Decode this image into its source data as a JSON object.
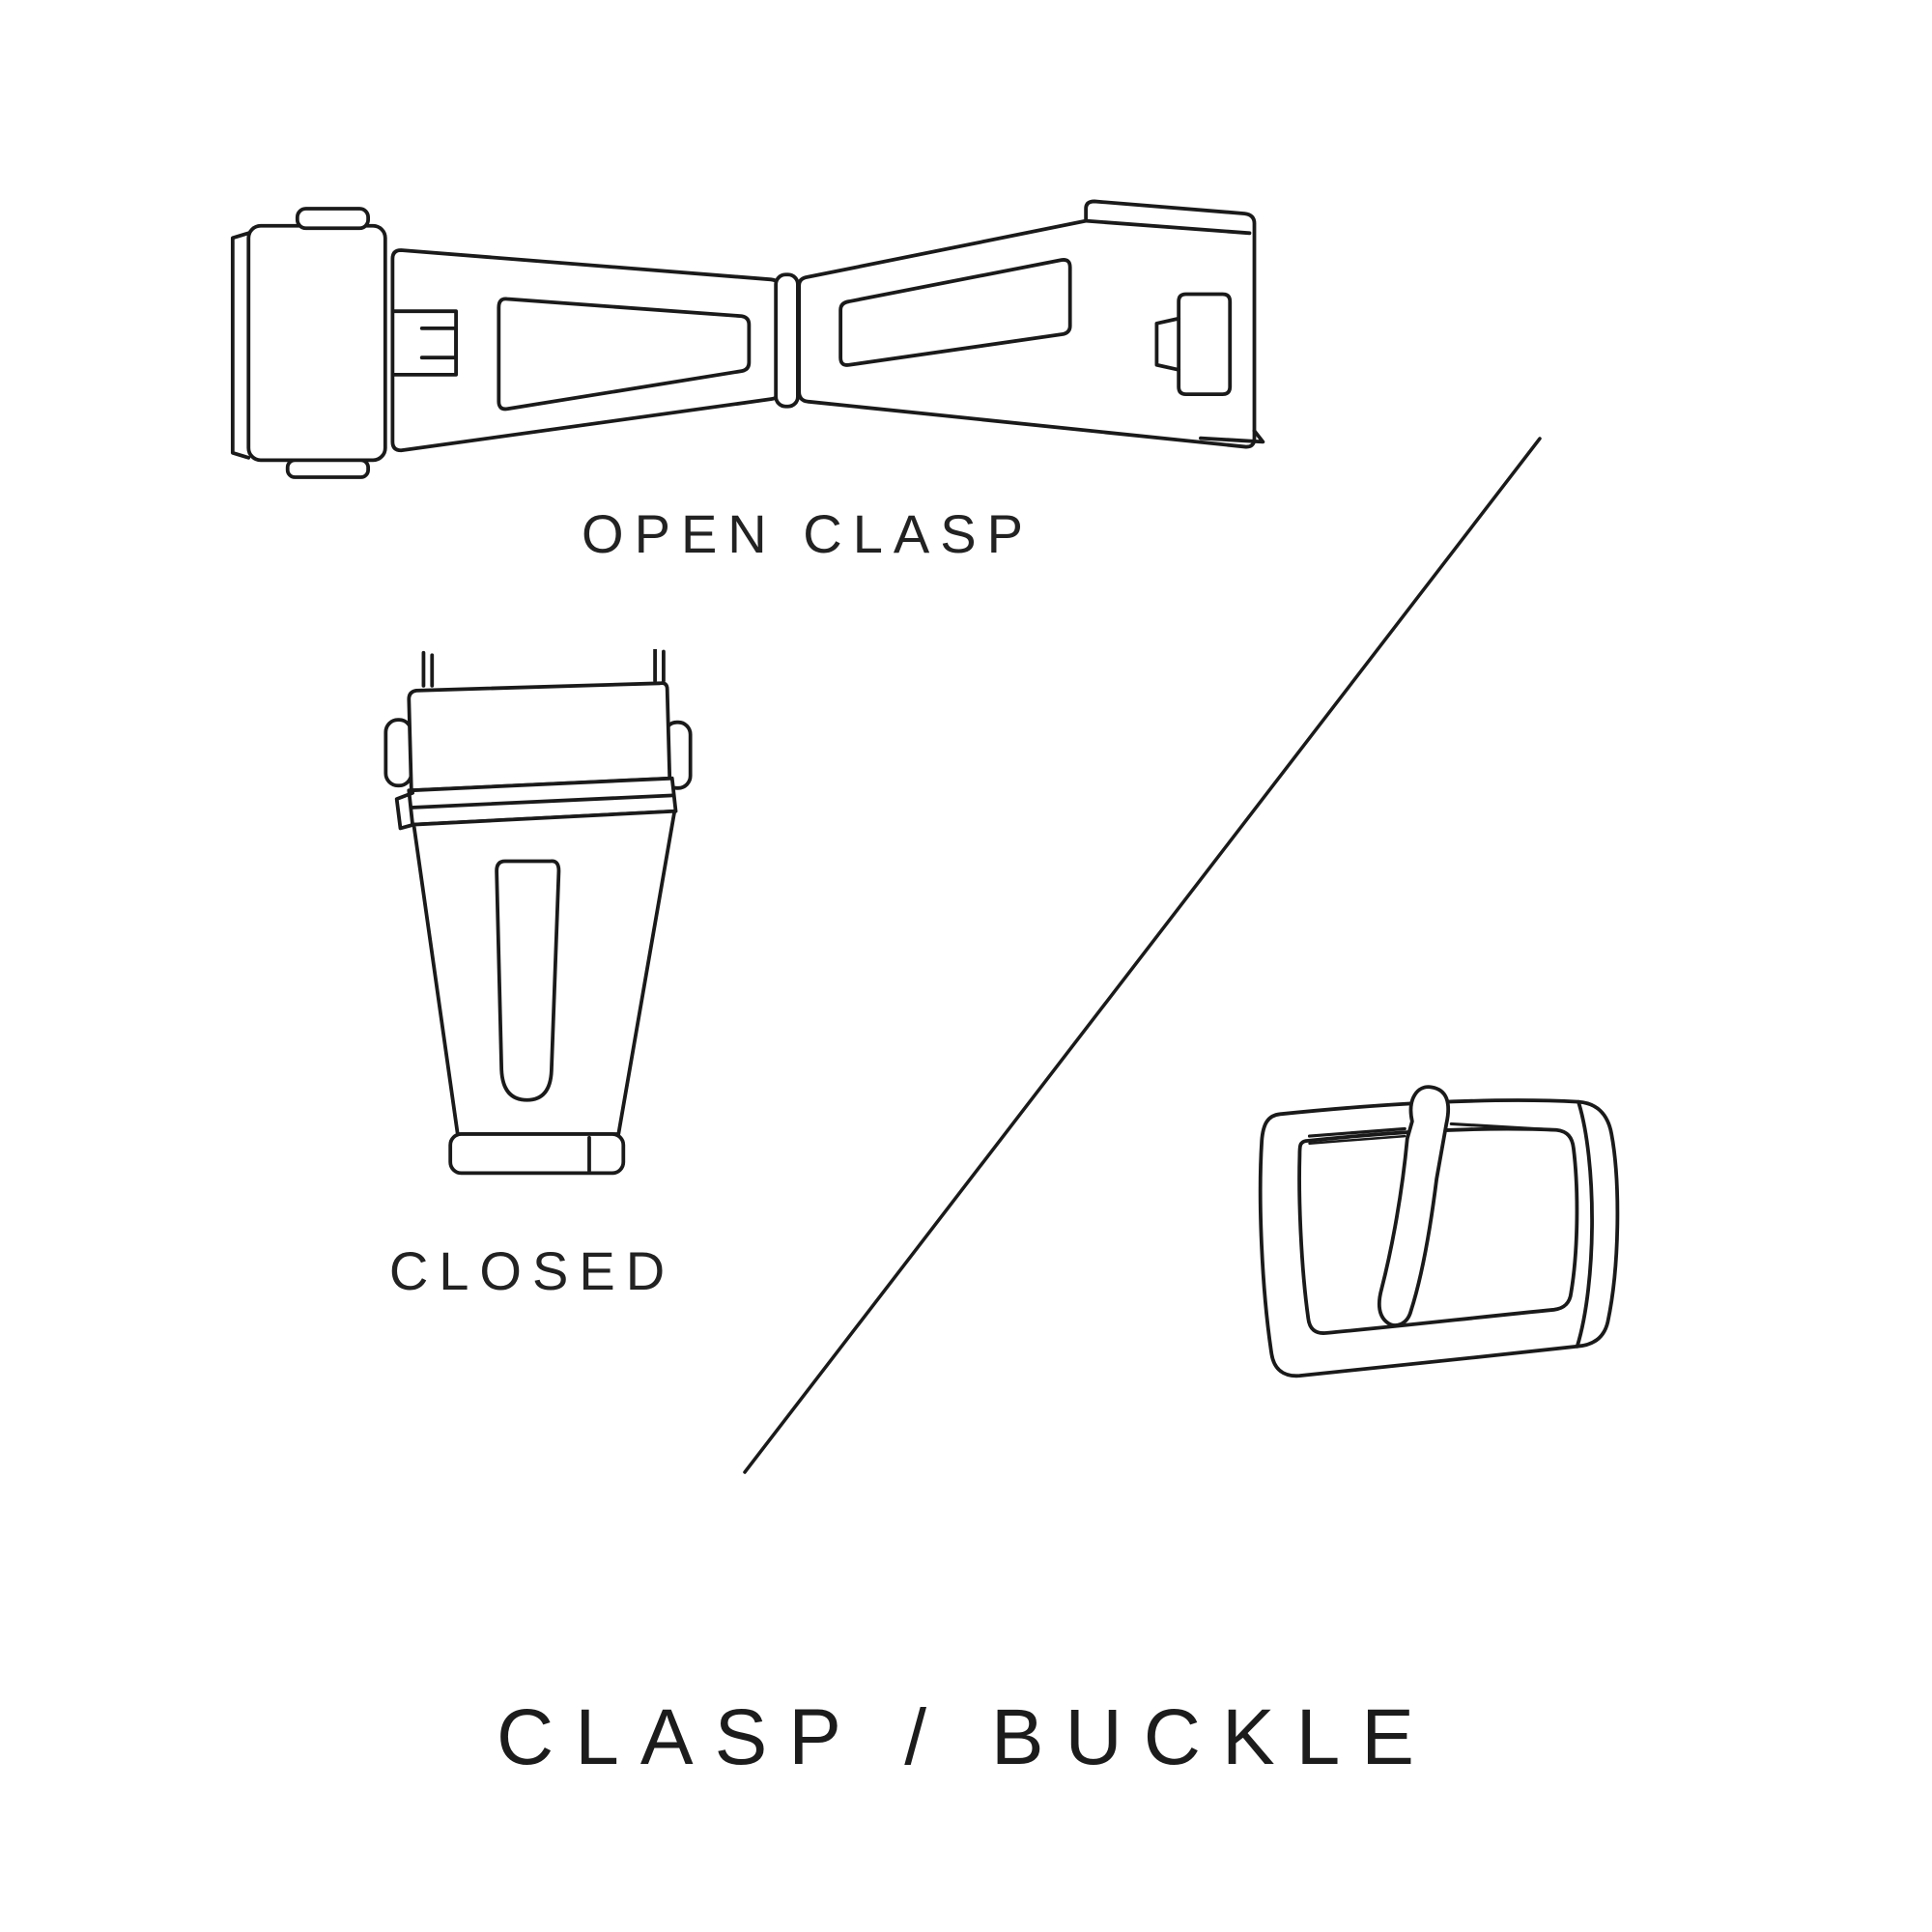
{
  "page": {
    "background": "#ffffff",
    "line_color": "#1a1a1a",
    "title": "CLASP / BUCKLE"
  },
  "figures": {
    "open_clasp": {
      "label": "OPEN CLASP",
      "icon": "open-clasp-illustration"
    },
    "closed_clasp": {
      "label": "CLOSED",
      "icon": "closed-clasp-illustration"
    },
    "buckle": {
      "icon": "tang-buckle-illustration"
    },
    "divider": {
      "icon": "diagonal-divider-line"
    }
  }
}
